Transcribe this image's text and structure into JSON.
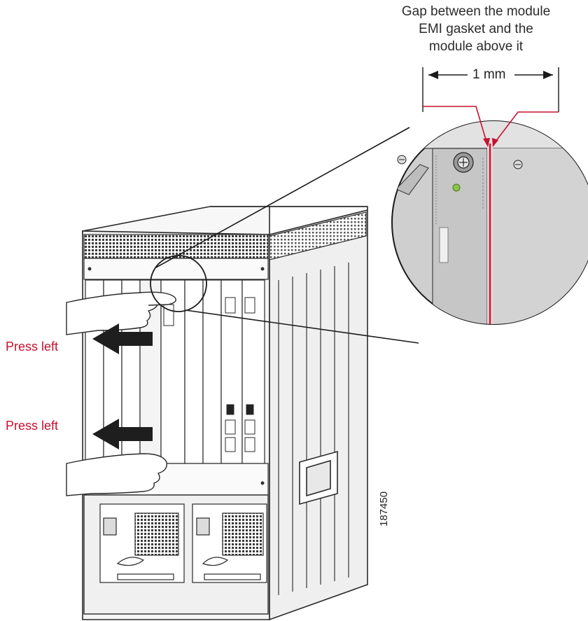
{
  "callout": {
    "title": "Gap between the module\nEMI gasket and the\nmodule above it",
    "dimension": "1 mm"
  },
  "instructions": {
    "press_upper": "Press left",
    "press_lower": "Press left"
  },
  "figure_number": "187450",
  "colors": {
    "accent_red": "#c8102e",
    "chassis_line": "#2a2a2a",
    "chassis_fill": "#f4f4f4",
    "zoom_fill": "#cfcfcf",
    "status_led": "#8bc34a"
  },
  "icons": {
    "arrow": "left-arrow-icon",
    "hand": "hand-icon",
    "screw": "captive-screw-icon"
  }
}
